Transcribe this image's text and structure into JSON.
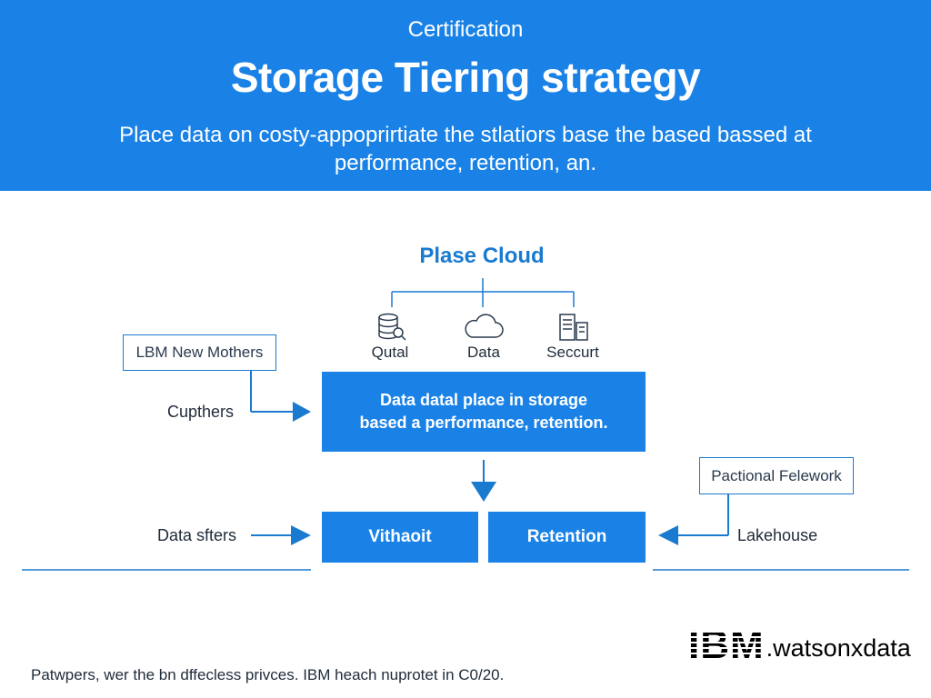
{
  "header": {
    "eyebrow": "Certification",
    "title": "Storage Tiering strategy",
    "subtitle": "Place data on costy-appoprirtiate the stlatiors base the based bassed at performance, retention, an."
  },
  "diagram": {
    "cloud_title": "Plase Cloud",
    "icons": [
      {
        "icon": "database-search-icon",
        "label": "Qutal"
      },
      {
        "icon": "cloud-icon",
        "label": "Data"
      },
      {
        "icon": "server-icon",
        "label": "Seccurt"
      }
    ],
    "left_top_box": "LBM New Mothers",
    "left_top_label": "Cupthers",
    "main_box_line1": "Data datal place in storage",
    "main_box_line2": "based a performance, retention.",
    "tier_left": "Vithaoit",
    "tier_right": "Retention",
    "left_bottom_label": "Data sfters",
    "right_box": "Pactional Felework",
    "right_label": "Lakehouse",
    "accent_color": "#1a82e6"
  },
  "footer": {
    "note": "Patwpers, wer the bn dffecless privces. IBM heach nuprotet in C0/20.",
    "brand_mark": "IBM",
    "brand_product": ".watsonxdata"
  }
}
